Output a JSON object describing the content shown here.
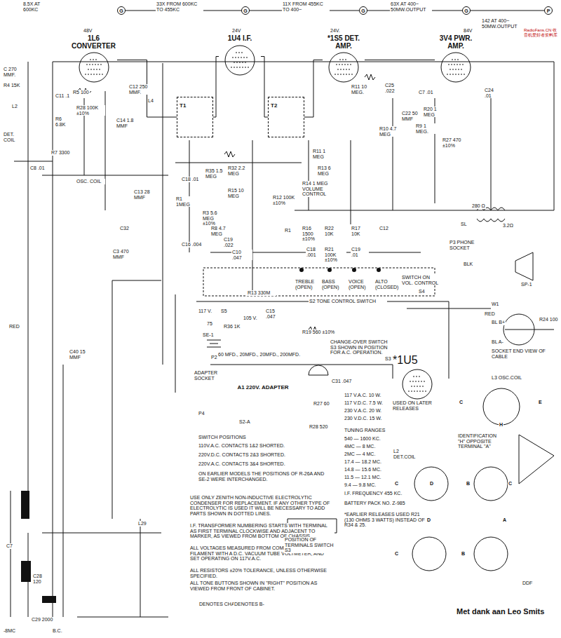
{
  "diagram": {
    "nodes": [
      {
        "text": [
          "G"
        ]
      },
      {
        "text": [
          "G"
        ]
      },
      {
        "text": [
          "G"
        ]
      },
      {
        "text": [
          "G"
        ]
      },
      {
        "text": [
          "P"
        ]
      },
      {
        "text": [
          "1L6 CONVERTER"
        ]
      },
      {
        "text": [
          "1U4 I.F."
        ]
      },
      {
        "text": [
          "*1S5 DET. AMP."
        ]
      },
      {
        "text": [
          "3V4 PWR. AMP."
        ]
      },
      {
        "text": [
          "T1"
        ]
      },
      {
        "text": [
          "T2"
        ]
      },
      {
        "text": [
          "A1 220V. ADAPTER"
        ]
      },
      {
        "text": [
          "*1U5",
          "USED ON LATER RELEASES"
        ]
      }
    ],
    "edges": [
      {
        "from": 0,
        "to": 1,
        "arrow": "none"
      },
      {
        "from": 1,
        "to": 2,
        "arrow": "none"
      },
      {
        "from": 2,
        "to": 3,
        "arrow": "none"
      },
      {
        "from": 3,
        "to": 4,
        "arrow": "none"
      },
      {
        "from": 5,
        "to": 9,
        "arrow": "none"
      },
      {
        "from": 9,
        "to": 6,
        "arrow": "none"
      },
      {
        "from": 6,
        "to": 10,
        "arrow": "none"
      },
      {
        "from": 10,
        "to": 7,
        "arrow": "none"
      },
      {
        "from": 7,
        "to": 8,
        "arrow": "none"
      }
    ],
    "labels": [
      "8.5X AT 600KC",
      "33X FROM 600KC TO 455KC",
      "11X FROM 455KC TO 400~",
      "63X AT 400~ 50MW.OUTPUT",
      "142 AT 400~ 50MW.OUTPUT",
      "RadioFans.CN 收音机爱好者资料库",
      "C 270 MMF.",
      "R4 15K",
      "L2",
      "DET. COIL",
      "C8 .01",
      "C11 .1",
      "R5 100",
      "C12 250 MMF.",
      "L4",
      "R28 100K ±10%",
      "R6 6.8K",
      "C14 1.8 MMF",
      "R7 3300",
      "OSC. COIL",
      "C13 28 MMF",
      "C32",
      "C3 470 MMF",
      "C40 15 MMF",
      "RED",
      "L29",
      "C7",
      "C28 120",
      "C29 2000",
      "-8MC",
      "B.C.",
      "C16 .004",
      "C18 .01",
      "R1 1MEG",
      "R35 1.5 MEG",
      "R32 2.2 MEG",
      "R15 10 MEG",
      "R3 5.6 MEG ±10%",
      "R8 4.7 MEG",
      "C19 .022",
      "C10 .047",
      "R11 1 MEG",
      "R13 6 MEG",
      "R12 100K ±10%",
      "R14 1 MEG VOLUME CONTROL",
      "R11 10 MEG.",
      "C25 .022",
      "C22 50 MMF",
      "R10 4.7 MEG",
      "R9 1 MEG.",
      "C7 .01",
      "C24 .01",
      "R20 1 MEG",
      "R27 470 ±10%",
      "48V",
      "24V",
      "24V.",
      "84V",
      "280 Ω",
      "SL",
      "3.2Ω",
      "P3 PHONE SOCKET",
      "BLK",
      "SP-1",
      "R1",
      "R16 1500 ±10%",
      "C18 .001",
      "R22 10K",
      "R21 100K ±10%",
      "R17 10K",
      "C19 .01",
      "C12",
      "TREBLE (OPEN)",
      "BASS (OPEN)",
      "VOICE (OPEN)",
      "ALTO (CLOSED)",
      "S2 TONE CONTROL SWITCH",
      "SWITCH ON VOL. CONTROL",
      "S4",
      "R13 330M",
      "C15 .047",
      "117 V.",
      "S5",
      "105 V.",
      "75",
      "R36 1K",
      "60 MFD., 20MFD., 20MFD., 200MFD.",
      "SE-1",
      "R19 560 ±10%",
      "CHANGE-OVER SWITCH S3 SHOWN IN POSITION FOR A.C. OPERATION.",
      "S3",
      "C31 .047",
      "P2",
      "ADAPTER SOCKET",
      "RED",
      "W1",
      "BL B+",
      "BL A-",
      "R24 100",
      "SOCKET END VIEW OF CABLE",
      "117 V.A.C. 10 W.",
      "117 V.D.C. 7.5 W.",
      "230 V.A.C. 20 W.",
      "230 V.D.C. 15 W.",
      "P4",
      "S2-A",
      "R27 60",
      "R28 520",
      "SWITCH POSITIONS",
      "110V.A.C. CONTACTS 1&2 SHORTED.",
      "220V.D.C. CONTACTS 2&3 SHORTED.",
      "220V.A.C. CONTACTS 3&4 SHORTED.",
      "ON EARLIER MODELS THE POSITIONS OF R-26A AND SE-2 WERE INTERCHANGED.",
      "TUNING RANGES",
      "540 — 1600 KC.",
      "4MC — 8 MC.",
      "2MC — 4 MC.",
      "17.4 — 18.2 MC.",
      "14.8 — 15.6 MC.",
      "11.5 — 12.1 MC.",
      "9.4 — 9.8 MC.",
      "I.F. FREQUENCY 455 KC.",
      "BATTERY PACK NO. Z-985",
      "*EARLIER RELEASES USED R21 (130 OHMS 3 WATTS) INSTEAD OF R34 & 25.",
      "USE ONLY ZENITH NON-INDUCTIVE ELECTROLYTIC CONDENSER FOR REPLACEMENT. IF ANY OTHER TYPE OF ELECTROLYTIC IS USED IT WILL BE NECESSARY TO ADD PARTS SHOWN IN DOTTED LINES.",
      "I.F. TRANSFORMER NUMBERING STARTS WITH TERMINAL AS FIRST TERMINAL CLOCKWISE AND ADJACENT TO MARKER, AS VIEWED FROM BOTTOM OF CHASSIS.",
      "ALL VOLTAGES MEASURED FROM COMMON RETURN TO FILAMENT WITH A D.C. VACUUM TUBE VOLTMETER, AND SET OPERATING ON 117V.A.C.",
      "ALL RESISTORS ±20% TOLERANCE, UNLESS OTHERWISE SPECIFIED.",
      "ALL TONE BUTTONS SHOWN IN \"RIGHT\" POSITION AS VIEWED FROM FRONT OF CABINET.",
      "DENOTES CHASSIS",
      "DENOTES B-",
      "POSITION OF TERMINALS SWITCH S3",
      "L3 OSC.COIL",
      "L2 DET.COIL",
      "IDENTIFICATION \"H\" OPPOSITE TERMINAL \"A\"",
      "C",
      "E",
      "H",
      "C",
      "D",
      "B",
      "C",
      "A",
      "D",
      "B",
      "C",
      "DDF",
      "Met dank aan Leo Smits"
    ]
  }
}
